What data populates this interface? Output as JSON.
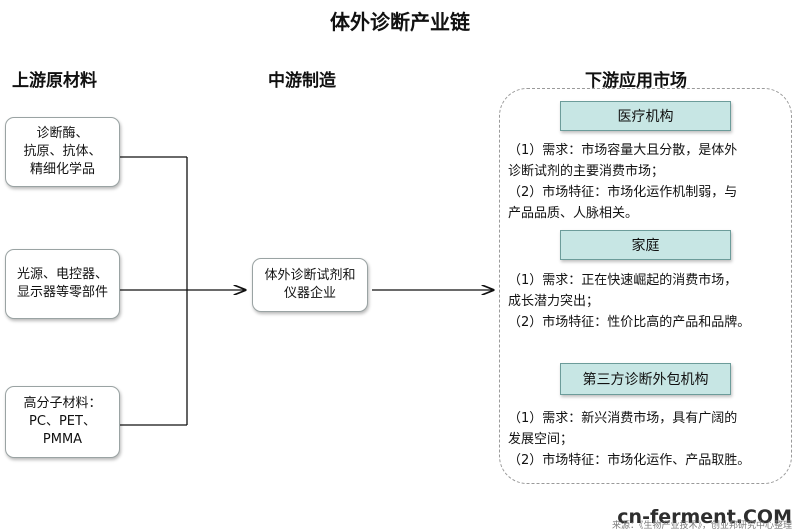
{
  "title": "体外诊断产业链",
  "columns": {
    "upstream": "上游原材料",
    "midstream": "中游制造",
    "downstream": "下游应用市场"
  },
  "upstream_boxes": [
    "诊断酶、\n抗原、抗体、\n精细化学品",
    "光源、电控器、\n显示器等零部件",
    "高分子材料：\nPC、PET、\nPMMA"
  ],
  "midstream_box": "体外诊断试剂和\n仪器企业",
  "downstream_sections": [
    {
      "header": "医疗机构",
      "text": "（1）需求：市场容量大且分散，是体外\n诊断试剂的主要消费市场；\n（2）市场特征：市场化运作机制弱，与\n产品品质、人脉相关。"
    },
    {
      "header": "家庭",
      "text": "（1）需求：正在快速崛起的消费市场，\n成长潜力突出；\n（2）市场特征：性价比高的产品和品牌。"
    },
    {
      "header": "第三方诊断外包机构",
      "text": "（1）需求：新兴消费市场，具有广阔的\n发展空间；\n（2）市场特征：市场化运作、产品取胜。"
    }
  ],
  "watermark": "cn-ferment.COM",
  "watermark_source": "来源：《生物产业技术》，创业邦研究中心整理"
}
